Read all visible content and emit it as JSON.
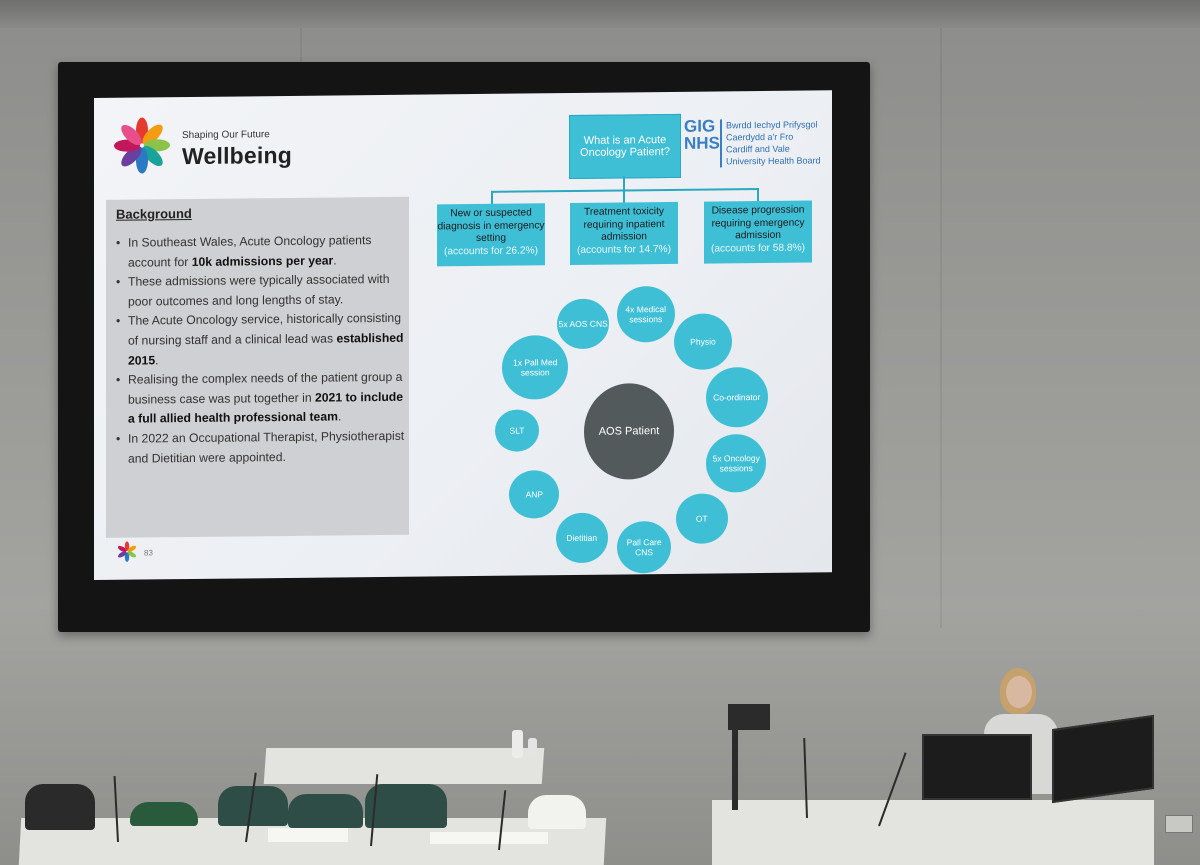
{
  "slide": {
    "brand_subtitle": "Shaping Our Future",
    "brand_title": "Wellbeing",
    "background_heading": "Background",
    "bullets": [
      {
        "pre": "In Southeast Wales, Acute Oncology patients account for ",
        "bold": "10k admissions per year",
        "post": "."
      },
      {
        "pre": "These admissions were typically associated with poor outcomes and long lengths of stay.",
        "bold": "",
        "post": ""
      },
      {
        "pre": "The  Acute Oncology service, historically consisting of nursing staff and a clinical lead was ",
        "bold": "established 2015",
        "post": "."
      },
      {
        "pre": "Realising the complex needs of the patient group a business case was put together in ",
        "bold": "2021 to include a full allied health professional team",
        "post": "."
      },
      {
        "pre": "In  2022 an Occupational Therapist, Physiotherapist and Dietitian were appointed.",
        "bold": "",
        "post": ""
      }
    ],
    "footer_number": "83",
    "question_box": "What is an Acute Oncology Patient?",
    "nhs": {
      "mark_lines": [
        "GIG",
        "NHS"
      ],
      "text_lines": [
        "Bwrdd Iechyd Prifysgol",
        "Caerdydd a'r Fro",
        "Cardiff and Vale",
        "University Health Board"
      ]
    },
    "categories": [
      {
        "text": "New or suspected diagnosis in emergency setting",
        "accounts": "(accounts for 26.2%)"
      },
      {
        "text": "Treatment toxicity requiring inpatient admission",
        "accounts": "(accounts for 14.7%)"
      },
      {
        "text": "Disease progression requiring emergency admission",
        "accounts": "(accounts for 58.8%)"
      }
    ],
    "center_label": "AOS Patient",
    "team": [
      "4x Medical sessions",
      "Physio",
      "Co-ordinator",
      "5x Oncology sessions",
      "OT",
      "Pall Care CNS",
      "Dietitian",
      "ANP",
      "SLT",
      "1x Pall Med session",
      "5x AOS CNS"
    ]
  },
  "colors": {
    "accent": "#3fbfd6",
    "center_circle": "#535a5b",
    "nhs_blue": "#3a7fc6"
  }
}
